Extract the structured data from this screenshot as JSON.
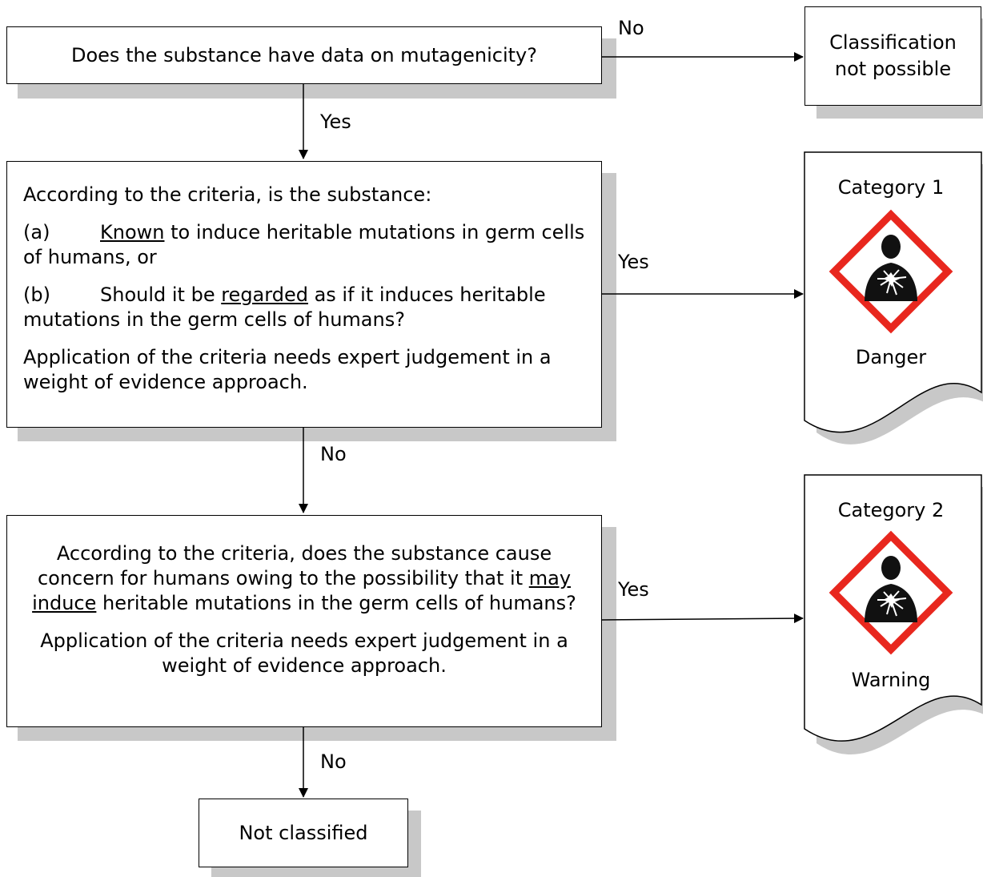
{
  "q1": {
    "text": "Does the substance have data on mutagenicity?"
  },
  "no_data_result": {
    "text": "Classification not possible"
  },
  "q2": {
    "intro": "According to the criteria, is the substance:",
    "a_label": "(a)",
    "a_emph": "Known",
    "a_rest": " to induce heritable mutations in germ cells of humans, or",
    "b_label": "(b)",
    "b_pre": "Should it be ",
    "b_emph": "regarded",
    "b_rest": " as if it induces heritable mutations in the germ cells of humans?",
    "note": "Application of the criteria needs expert judgement in a weight of evidence approach."
  },
  "q3": {
    "pre": "According to the criteria, does the substance cause concern for humans owing to the possibility that it ",
    "emph": "may induce",
    "rest": " heritable mutations in the germ cells of humans?",
    "note": "Application of the criteria needs expert judgement in a weight of evidence approach."
  },
  "cat1": {
    "title": "Category 1",
    "signal": "Danger"
  },
  "cat2": {
    "title": "Category 2",
    "signal": "Warning"
  },
  "final": {
    "text": "Not classified"
  },
  "labels": {
    "q1_no": "No",
    "q1_yes": "Yes",
    "q2_yes": "Yes",
    "q2_no": "No",
    "q3_yes": "Yes",
    "q3_no": "No"
  },
  "colors": {
    "pictogram_border": "#e8271e",
    "shadow": "#c8c8c8"
  },
  "icons": {
    "pictogram": "health-hazard-pictogram"
  }
}
